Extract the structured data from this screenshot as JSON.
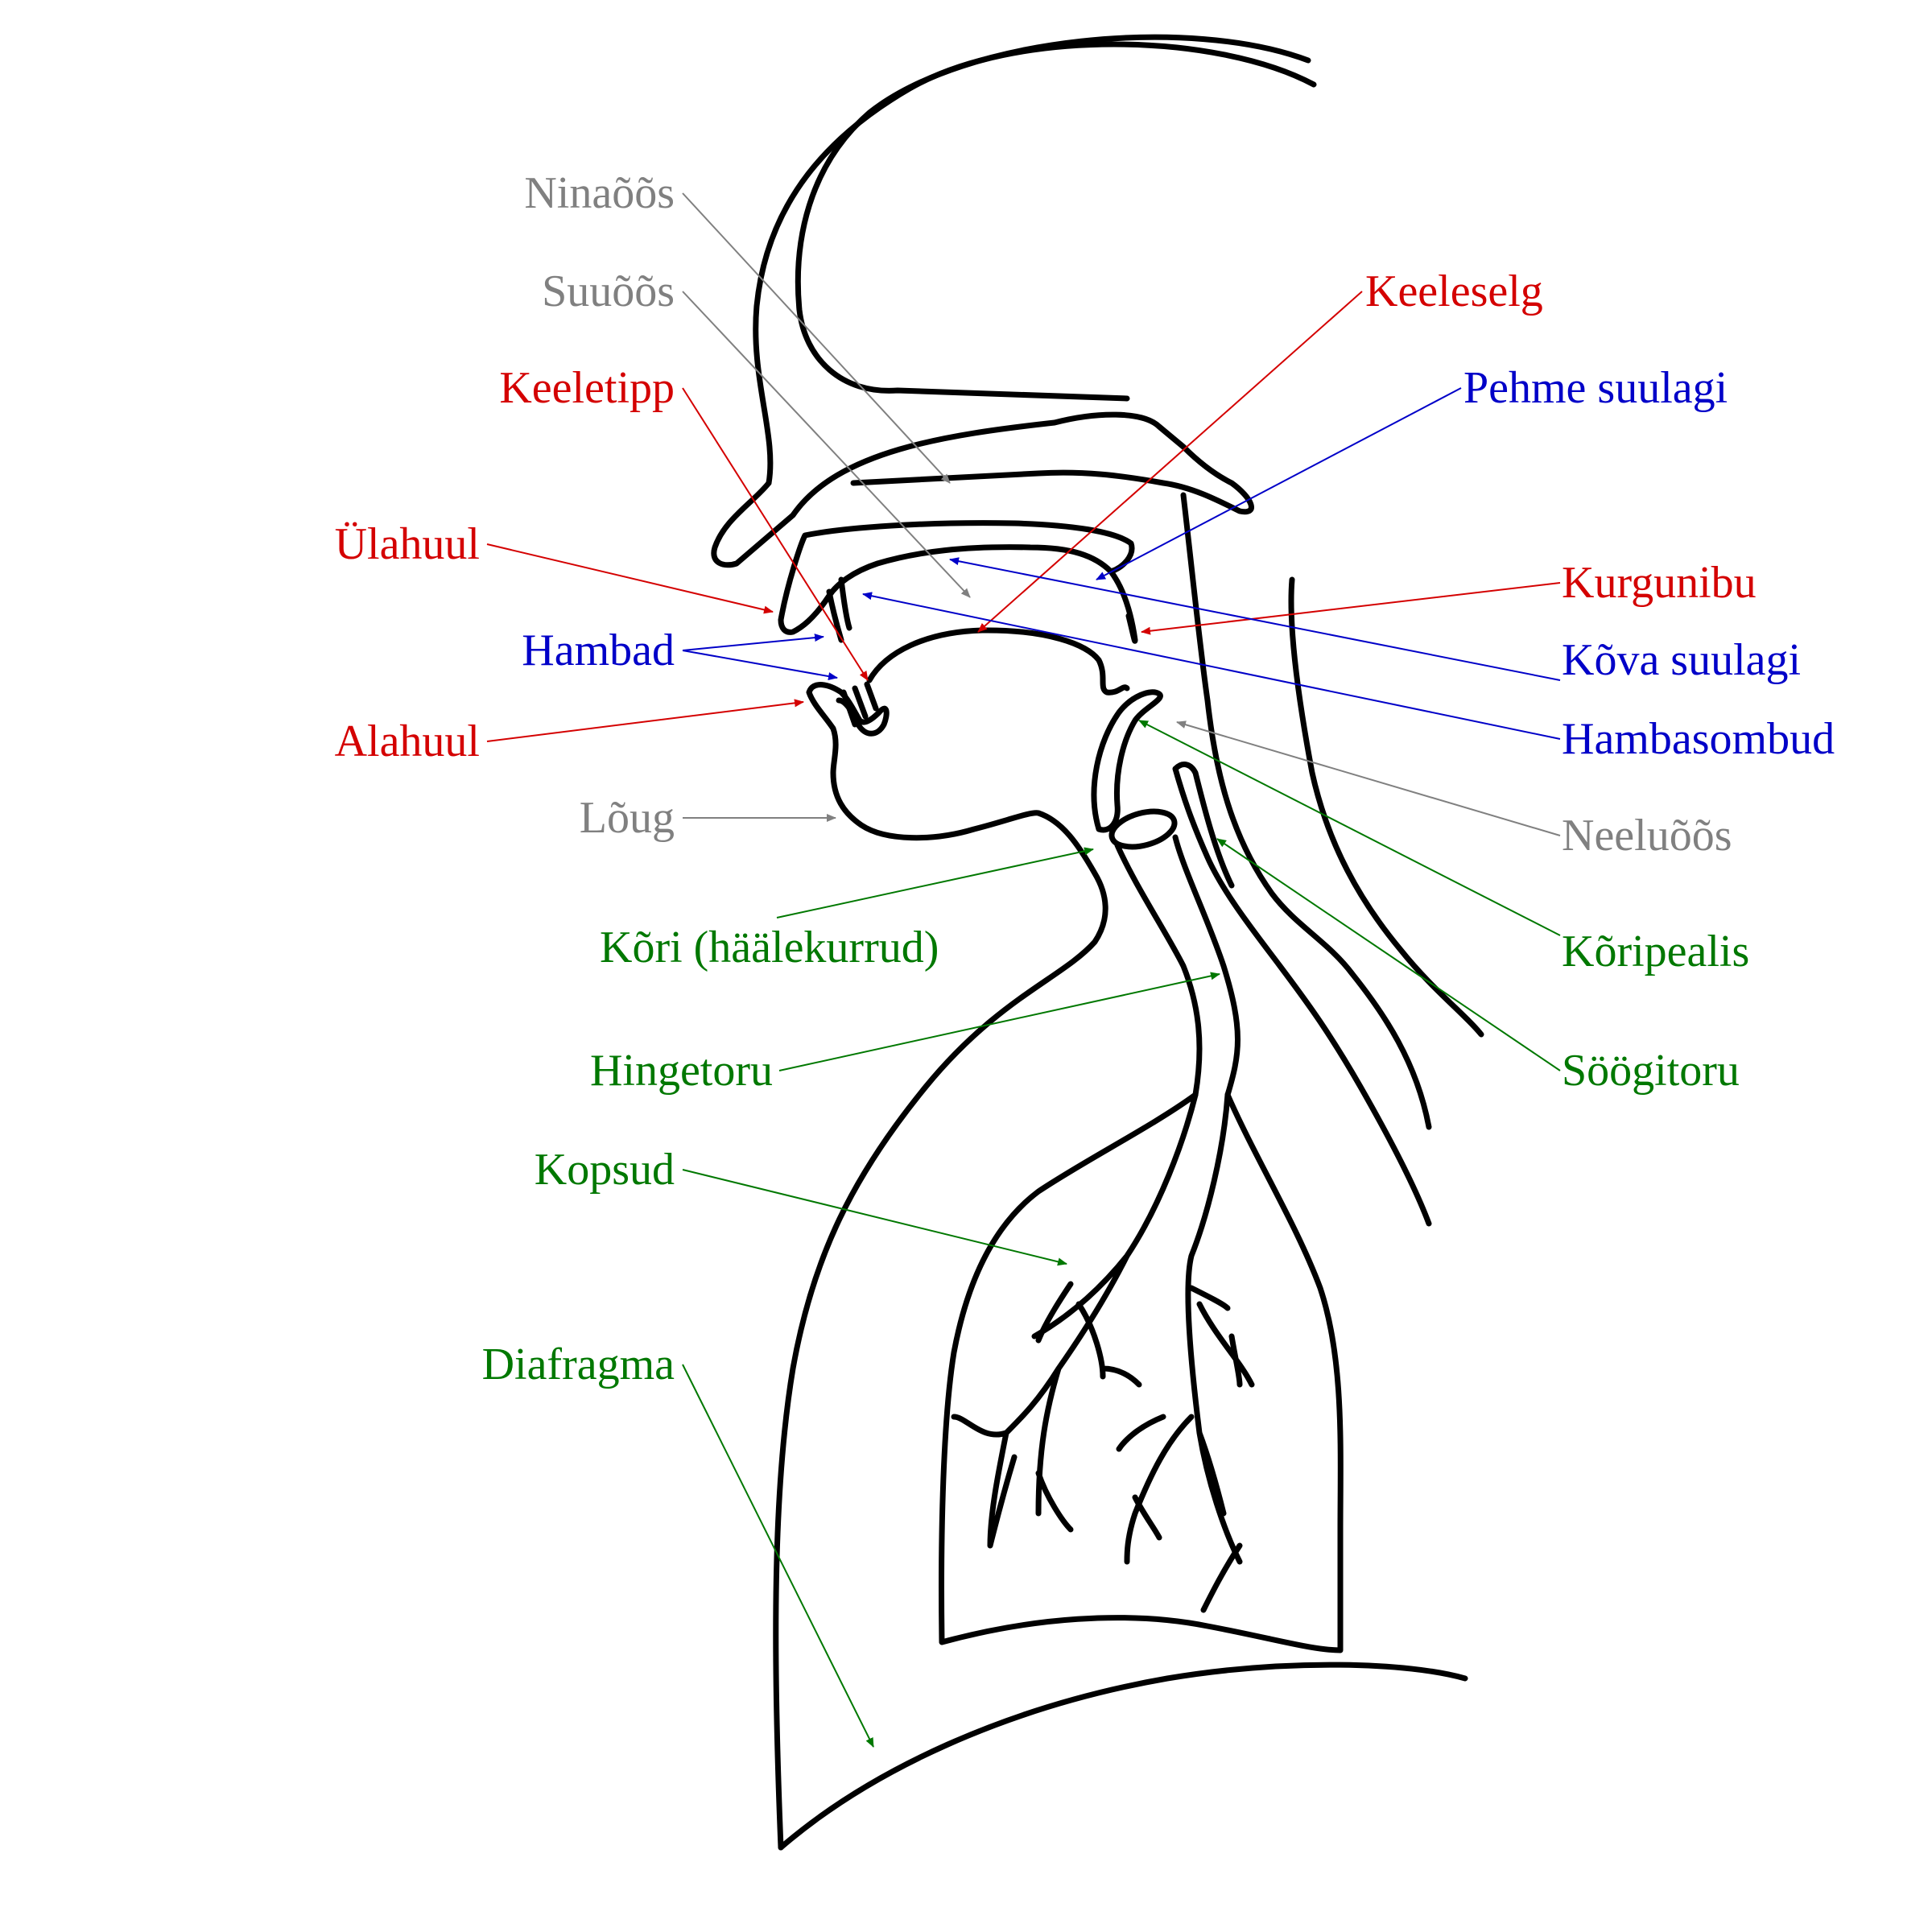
{
  "colors": {
    "red": "#d40000",
    "blue": "#0000c8",
    "gray": "#808080",
    "green": "#007800",
    "outline": "#000000"
  },
  "labels": {
    "ninaoos": "Ninaõõs",
    "suuoos": "Suuõõs",
    "keeletipp": "Keeletipp",
    "ulahuul": "Ülahuul",
    "hambad": "Hambad",
    "alahuul": "Alahuul",
    "loug": "Lõug",
    "kori": "Kõri (häälekurrud)",
    "hingetoru": "Hingetoru",
    "kopsud": "Kopsud",
    "diafragma": "Diafragma",
    "keeleselg": "Keeleselg",
    "pehme_suulagi": "Pehme suulagi",
    "kurgunibu": "Kurgunibu",
    "kova_suulagi": "Kõva suulagi",
    "hambasombud": "Hambasombud",
    "neeluoos": "Neeluõõs",
    "koripealis": "Kõripealis",
    "soogitoru": "Söögitoru"
  }
}
